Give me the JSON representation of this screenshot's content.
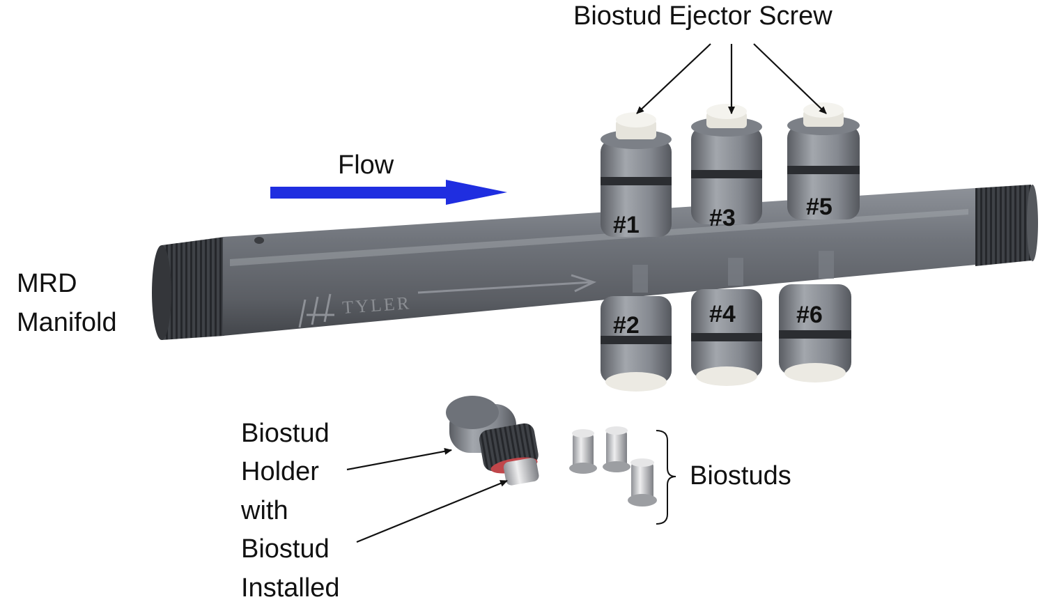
{
  "labels": {
    "ejector_screw": "Biostud Ejector Screw",
    "flow": "Flow",
    "manifold_line1": "MRD",
    "manifold_line2": "Manifold",
    "holder_lines": [
      "Biostud",
      "Holder",
      "with",
      "Biostud",
      "Installed"
    ],
    "biostuds": "Biostuds"
  },
  "ports": [
    "#1",
    "#2",
    "#3",
    "#4",
    "#5",
    "#6"
  ],
  "brand_text": "TYLER",
  "colors": {
    "flow_arrow": "#1f2ee0",
    "pipe": "#6c7078",
    "pipe_dark": "#4b4e54",
    "pipe_light": "#9a9ea5",
    "cap": "#ecebe4",
    "steel": "#c9cacc",
    "oring": "#c0464a"
  }
}
